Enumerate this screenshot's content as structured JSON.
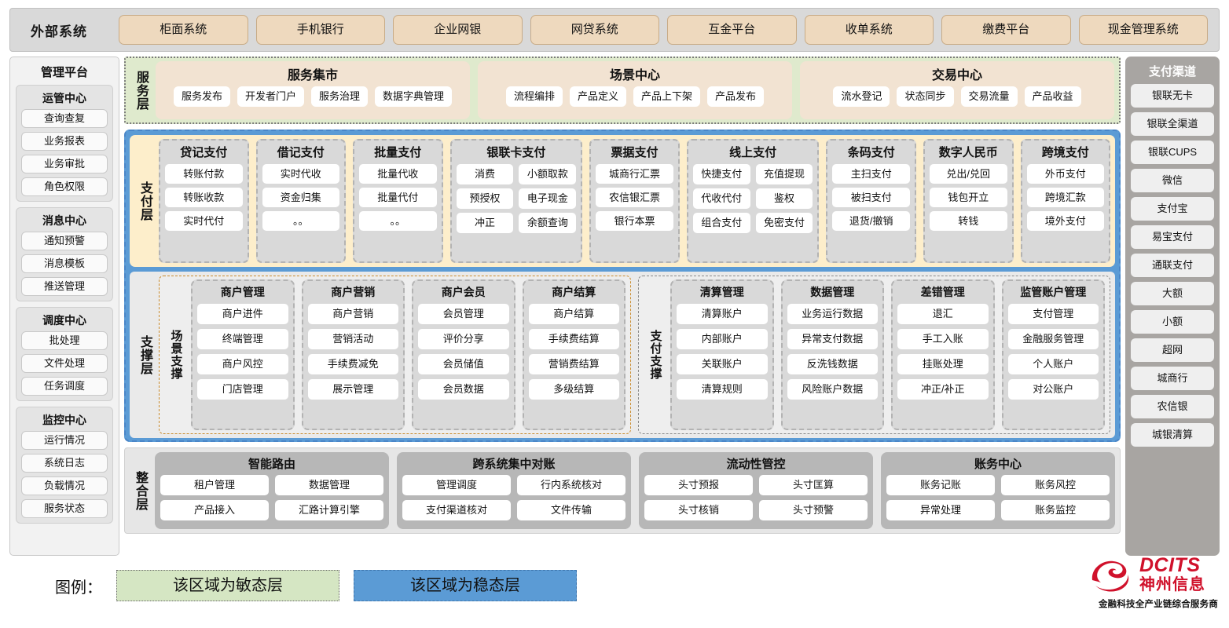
{
  "external": {
    "title": "外部系统",
    "items": [
      "柜面系统",
      "手机银行",
      "企业网银",
      "网贷系统",
      "互金平台",
      "收单系统",
      "缴费平台",
      "现金管理系统"
    ]
  },
  "management": {
    "title": "管理平台",
    "groups": [
      {
        "title": "运管中心",
        "items": [
          "查询查复",
          "业务报表",
          "业务审批",
          "角色权限"
        ]
      },
      {
        "title": "消息中心",
        "items": [
          "通知预警",
          "消息模板",
          "推送管理"
        ]
      },
      {
        "title": "调度中心",
        "items": [
          "批处理",
          "文件处理",
          "任务调度"
        ]
      },
      {
        "title": "监控中心",
        "items": [
          "运行情况",
          "系统日志",
          "负载情况",
          "服务状态"
        ]
      }
    ]
  },
  "channels": {
    "title": "支付渠道",
    "items": [
      "银联无卡",
      "银联全渠道",
      "银联CUPS",
      "微信",
      "支付宝",
      "易宝支付",
      "通联支付",
      "大额",
      "小额",
      "超网",
      "城商行",
      "农信银",
      "城银清算"
    ]
  },
  "service_layer": {
    "label": "服务层",
    "groups": [
      {
        "title": "服务集市",
        "items": [
          "服务发布",
          "开发者门户",
          "服务治理",
          "数据字典管理"
        ]
      },
      {
        "title": "场景中心",
        "items": [
          "流程编排",
          "产品定义",
          "产品上下架",
          "产品发布"
        ]
      },
      {
        "title": "交易中心",
        "items": [
          "流水登记",
          "状态同步",
          "交易流量",
          "产品收益"
        ]
      }
    ]
  },
  "payment_layer": {
    "label": "支付层",
    "groups": [
      {
        "title": "贷记支付",
        "cols": 1,
        "items": [
          "转账付款",
          "转账收款",
          "实时代付"
        ]
      },
      {
        "title": "借记支付",
        "cols": 1,
        "items": [
          "实时代收",
          "资金归集",
          "。。"
        ]
      },
      {
        "title": "批量支付",
        "cols": 1,
        "items": [
          "批量代收",
          "批量代付",
          "。。"
        ]
      },
      {
        "title": "银联卡支付",
        "cols": 2,
        "items": [
          "消费",
          "小额取款",
          "预授权",
          "电子现金",
          "冲正",
          "余额查询"
        ]
      },
      {
        "title": "票据支付",
        "cols": 1,
        "items": [
          "城商行汇票",
          "农信银汇票",
          "银行本票"
        ]
      },
      {
        "title": "线上支付",
        "cols": 2,
        "items": [
          "快捷支付",
          "充值提现",
          "代收代付",
          "鉴权",
          "组合支付",
          "免密支付"
        ]
      },
      {
        "title": "条码支付",
        "cols": 1,
        "items": [
          "主扫支付",
          "被扫支付",
          "退货/撤销"
        ]
      },
      {
        "title": "数字人民币",
        "cols": 1,
        "items": [
          "兑出/兑回",
          "钱包开立",
          "转钱"
        ]
      },
      {
        "title": "跨境支付",
        "cols": 1,
        "items": [
          "外币支付",
          "跨境汇款",
          "境外支付"
        ]
      }
    ]
  },
  "support_layer": {
    "label": "支撑层",
    "halves": [
      {
        "label": "场景支撑",
        "accent": "#c98b2e",
        "groups": [
          {
            "title": "商户管理",
            "items": [
              "商户进件",
              "终端管理",
              "商户风控",
              "门店管理"
            ]
          },
          {
            "title": "商户营销",
            "items": [
              "商户营销",
              "营销活动",
              "手续费减免",
              "展示管理"
            ]
          },
          {
            "title": "商户会员",
            "items": [
              "会员管理",
              "评价分享",
              "会员储值",
              "会员数据"
            ]
          },
          {
            "title": "商户结算",
            "items": [
              "商户结算",
              "手续费结算",
              "营销费结算",
              "多级结算"
            ]
          }
        ]
      },
      {
        "label": "支付支撑",
        "accent": "#8a8a8a",
        "groups": [
          {
            "title": "清算管理",
            "items": [
              "清算账户",
              "内部账户",
              "关联账户",
              "清算规则"
            ]
          },
          {
            "title": "数据管理",
            "items": [
              "业务运行数据",
              "异常支付数据",
              "反洗钱数据",
              "风险账户数据"
            ]
          },
          {
            "title": "差错管理",
            "items": [
              "退汇",
              "手工入账",
              "挂账处理",
              "冲正/补正"
            ]
          },
          {
            "title": "监管账户管理",
            "items": [
              "支付管理",
              "金融服务管理",
              "个人账户",
              "对公账户"
            ]
          }
        ]
      }
    ]
  },
  "integration_layer": {
    "label": "整合层",
    "groups": [
      {
        "title": "智能路由",
        "rows": [
          [
            "租户管理",
            "数据管理"
          ],
          [
            "产品接入",
            "汇路计算引擎"
          ]
        ]
      },
      {
        "title": "跨系统集中对账",
        "rows": [
          [
            "管理调度",
            "行内系统核对"
          ],
          [
            "支付渠道核对",
            "文件传输"
          ]
        ]
      },
      {
        "title": "流动性管控",
        "rows": [
          [
            "头寸预报",
            "头寸匡算"
          ],
          [
            "头寸核销",
            "头寸预警"
          ]
        ]
      },
      {
        "title": "账务中心",
        "rows": [
          [
            "账务记账",
            "账务风控"
          ],
          [
            "异常处理",
            "账务监控"
          ]
        ]
      }
    ]
  },
  "legend": {
    "label": "图例：",
    "agile": "该区域为敏态层",
    "stable": "该区域为稳态层",
    "agile_color": "#d5e6c3",
    "stable_color": "#5b9bd5"
  },
  "logo": {
    "brand_en": "DCITS",
    "brand_cn": "神州信息",
    "tagline": "金融科技全产业链综合服务商",
    "color": "#d0112b"
  }
}
